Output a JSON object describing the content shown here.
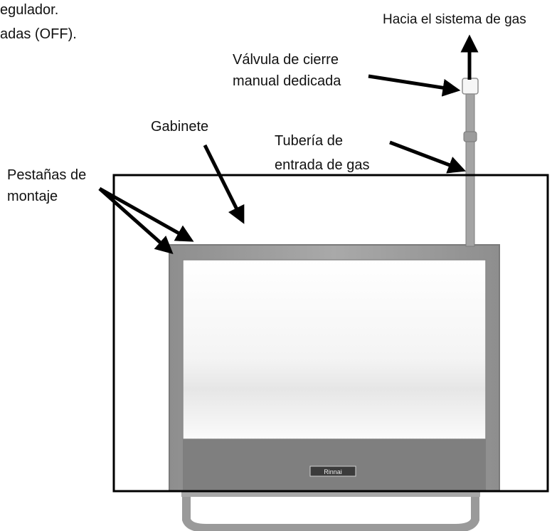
{
  "intro_text": {
    "line1": "egulador.",
    "line2": "adas (OFF)."
  },
  "labels": {
    "gas_system": "Hacia el sistema de gas",
    "valve_line1": "Válvula de cierre",
    "valve_line2": "manual dedicada",
    "cabinet": "Gabinete",
    "pipe_line1": "Tubería de",
    "pipe_line2": "entrada de gas",
    "tabs_line1": "Pestañas de",
    "tabs_line2": "montaje"
  },
  "brand_plate": "Rinnai",
  "colors": {
    "frame": "#9b9b9b",
    "panel_bottom": "#7f7f7f",
    "outline": "#000000"
  }
}
